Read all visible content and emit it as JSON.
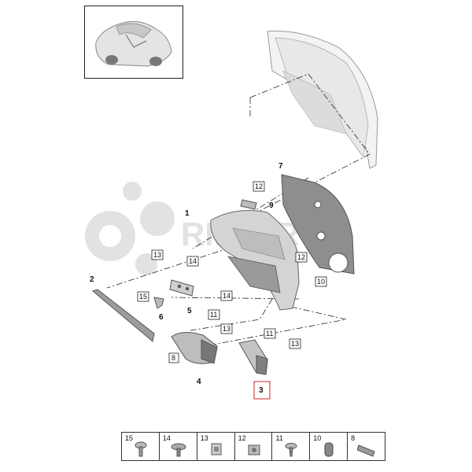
{
  "watermark": {
    "text": "RMPARTS"
  },
  "callouts": {
    "c1": "1",
    "c2": "2",
    "c3": "3",
    "c4": "4",
    "c5": "5",
    "c6": "6",
    "c7": "7",
    "c9": "9",
    "b12a": "12",
    "b12b": "12",
    "b14a": "14",
    "b14b": "14",
    "b13a": "13",
    "b13b": "13",
    "b13c": "13",
    "b15": "15",
    "b10": "10",
    "b11a": "11",
    "b11b": "11",
    "b8": "8"
  },
  "legend": [
    {
      "num": "15",
      "icon": "screw-icon"
    },
    {
      "num": "14",
      "icon": "flange-screw-icon"
    },
    {
      "num": "13",
      "icon": "clip-icon"
    },
    {
      "num": "12",
      "icon": "nut-icon"
    },
    {
      "num": "11",
      "icon": "bolt-icon"
    },
    {
      "num": "10",
      "icon": "plug-icon"
    },
    {
      "num": "8",
      "icon": "strip-icon"
    }
  ]
}
